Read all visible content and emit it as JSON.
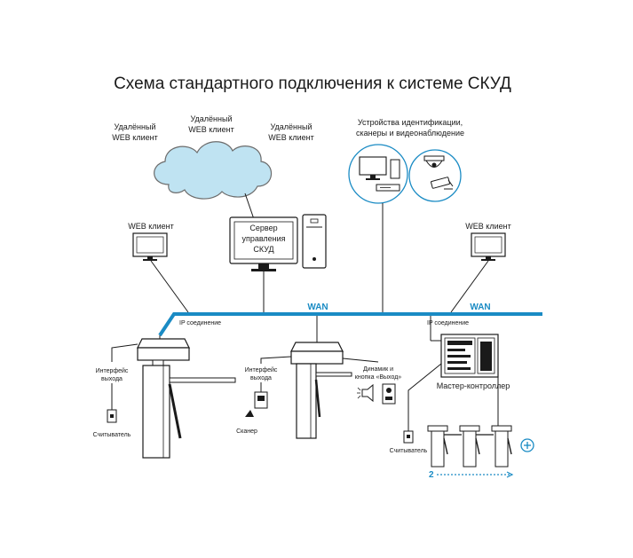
{
  "title": "Схема стандартного подключения к системе СКУД",
  "cloud": {
    "clients": [
      [
        "Удалённый",
        "WEB клиент"
      ],
      [
        "Удалённый",
        "WEB клиент"
      ],
      [
        "Удалённый",
        "WEB клиент"
      ]
    ]
  },
  "server": {
    "label": [
      "Сервер",
      "управления",
      "СКУД"
    ]
  },
  "devices": {
    "label": [
      "Устройства идентификации,",
      "сканеры и видеонаблюдение"
    ]
  },
  "web_client_left": "WEB клиент",
  "web_client_right": "WEB клиент",
  "wan_labels": [
    "WAN",
    "WAN"
  ],
  "ip_connection": [
    "IP соединение",
    "IP соединение"
  ],
  "exit_interface": [
    [
      "Интерфейс",
      "выхода"
    ],
    [
      "Интерфейс",
      "выхода"
    ]
  ],
  "reader": [
    "Считыватель",
    "Считыватель"
  ],
  "scanner": "Сканер",
  "speaker_button": [
    "Динамик и",
    "кнопка «Выход»"
  ],
  "master_controller": "Мастер-контроллер",
  "turnstile_count": "2",
  "colors": {
    "accent": "#1a8bc4",
    "cloud": "#bfe3f2",
    "line": "#1a1a1a"
  },
  "icons": [
    "cloud-icon",
    "monitor-icon",
    "pc-tower-icon",
    "dome-camera-icon",
    "bullet-camera-icon",
    "turnstile-icon",
    "reader-icon",
    "scanner-icon",
    "speaker-icon",
    "exit-button-icon",
    "controller-cabinet-icon",
    "plus-circle-icon",
    "arrow-right-icon"
  ]
}
